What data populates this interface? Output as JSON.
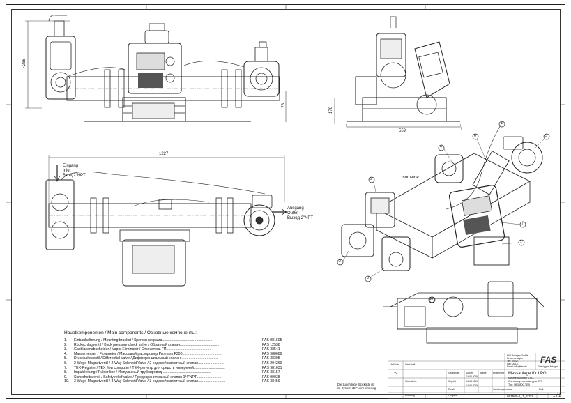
{
  "dimensions": {
    "front_height": "~266",
    "front_base": "176",
    "side_height": "176",
    "side_width": "559",
    "top_length": "1227"
  },
  "flow_labels": {
    "inlet": [
      "Eingang",
      "Inlet",
      "Вход 2\"NPT"
    ],
    "outlet": [
      "Ausgang",
      "Outlet",
      "Выход 2\"NPT"
    ]
  },
  "isometric_label": "Isometrie",
  "balloons": [
    "1",
    "2",
    "3",
    "4",
    "5",
    "6",
    "7",
    "8",
    "9",
    "10"
  ],
  "components": {
    "title": "Hauptkomponenten / Main components / Основные компоненты:",
    "items": [
      {
        "no": "1.",
        "desc": "Einbauhalterung / Mounting bracket / Крепежная рама..................................................",
        "code": "FAS 981605"
      },
      {
        "no": "2.",
        "desc": "Rückschlagventil / Back pressure check valve / Обратный клапан.......................................",
        "code": "FAS 12538"
      },
      {
        "no": "3.",
        "desc": "Gasblasenabscheider / Vapor Eliminator / Отсекатель ГП............................................",
        "code": "FAS 38541"
      },
      {
        "no": "4.",
        "desc": "Massemesser / Flowmeter / Массовый расходомер Promass F300........................................",
        "code": "FAS 988689"
      },
      {
        "no": "5.",
        "desc": "Druckhalteventil / Differential Valve / Дифференциальный клапан.....................................",
        "code": "FAS 38395"
      },
      {
        "no": "6.",
        "desc": "2-Wege-Magnetventil / 2-Way Solenoid Valve / 2-ходовой магнитный клапан..........................",
        "code": "FAS 204360"
      },
      {
        "no": "7.",
        "desc": "TEX-Register / TEX flow computer / TEX-регистр для средств измерений...............................",
        "code": "FAS 981631"
      },
      {
        "no": "8.",
        "desc": "Impulsleitung / Pulser line / Импульсный трубопровод.................................................",
        "code": "FAS 38157"
      },
      {
        "no": "9.",
        "desc": "Sicherheitsventil / Safety relief valve / Предохранительный клапан 1/4\"NPT..........................",
        "code": "FAS 90038"
      },
      {
        "no": "10.",
        "desc": "3-Wege-Magnetventil / 3-Way Solenoid Valve / 3-ходовой магнитный клапан...........................",
        "code": "FAS 38459"
      }
    ]
  },
  "note": [
    "Die zugehörige Stückliste ist",
    "im System sDPLoint hinterlegt"
  ],
  "title_block": {
    "company": [
      "FAS Anlagen GmbH",
      "Feuer, Anlagen",
      "Tel.: 0062/..",
      "Fax: 0062/..",
      "Email: info@fas.de"
    ],
    "logo": "FAS",
    "logo_sub": "Flüssiggas-Anlagen",
    "title": "Messanlage für LPG,",
    "subtitle": [
      "Metering unit for LPG,",
      "Счетная установка для СУГ"
    ],
    "type": "Typ: MID 800-TEX",
    "drawing_no": "981680-1_1_2-3D",
    "sheet": "1 / 2",
    "scale": "1:5",
    "scale_label": "Maßstab",
    "material_label": "Werkstoff",
    "surface_label": "Oberfläche",
    "cells": [
      "Gezeichnet",
      "Geprüft",
      "Datum",
      "Name",
      "Benennung",
      "Zeichnungsnummer",
      "Blatt",
      "Erstellt",
      "Freigabe",
      "Änderung"
    ],
    "dates": [
      "14.06.2019",
      "14.06.2019",
      "14.06.2019"
    ]
  }
}
